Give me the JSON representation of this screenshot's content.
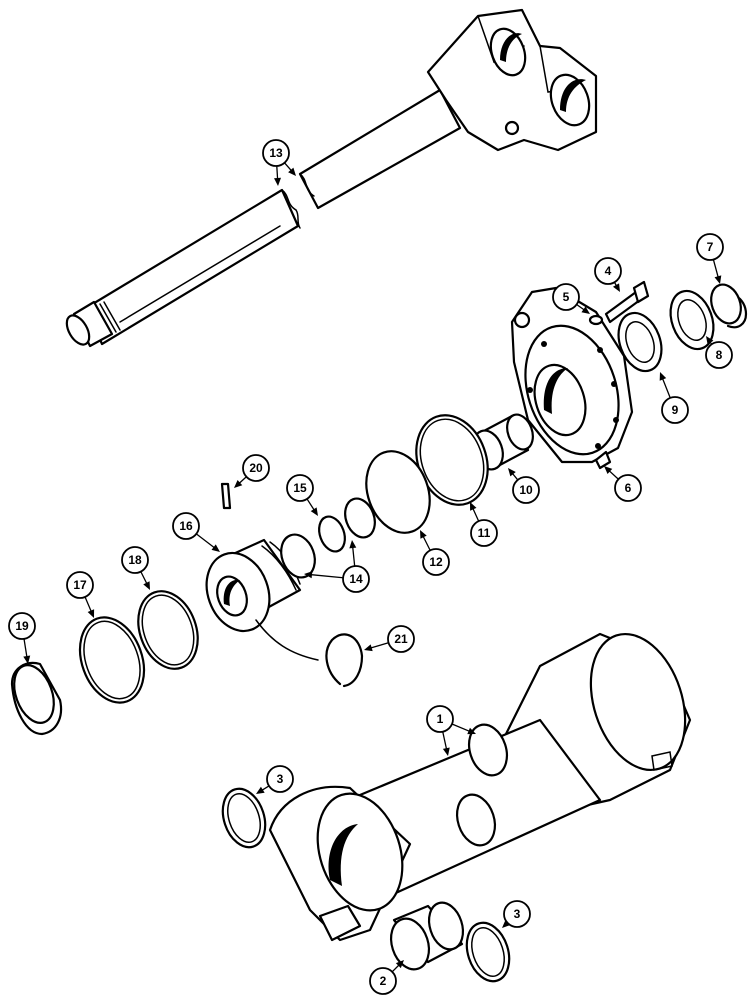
{
  "callouts": [
    {
      "id": "c13a",
      "label": "13"
    },
    {
      "id": "c7",
      "label": "7"
    },
    {
      "id": "c4",
      "label": "4"
    },
    {
      "id": "c5",
      "label": "5"
    },
    {
      "id": "c8",
      "label": "8"
    },
    {
      "id": "c9",
      "label": "9"
    },
    {
      "id": "c6",
      "label": "6"
    },
    {
      "id": "c10",
      "label": "10"
    },
    {
      "id": "c11",
      "label": "11"
    },
    {
      "id": "c12",
      "label": "12"
    },
    {
      "id": "c20",
      "label": "20"
    },
    {
      "id": "c15",
      "label": "15"
    },
    {
      "id": "c14",
      "label": "14"
    },
    {
      "id": "c16",
      "label": "16"
    },
    {
      "id": "c18",
      "label": "18"
    },
    {
      "id": "c17",
      "label": "17"
    },
    {
      "id": "c19",
      "label": "19"
    },
    {
      "id": "c21",
      "label": "21"
    },
    {
      "id": "c1",
      "label": "1"
    },
    {
      "id": "c3a",
      "label": "3"
    },
    {
      "id": "c3b",
      "label": "3"
    },
    {
      "id": "c2",
      "label": "2"
    }
  ]
}
